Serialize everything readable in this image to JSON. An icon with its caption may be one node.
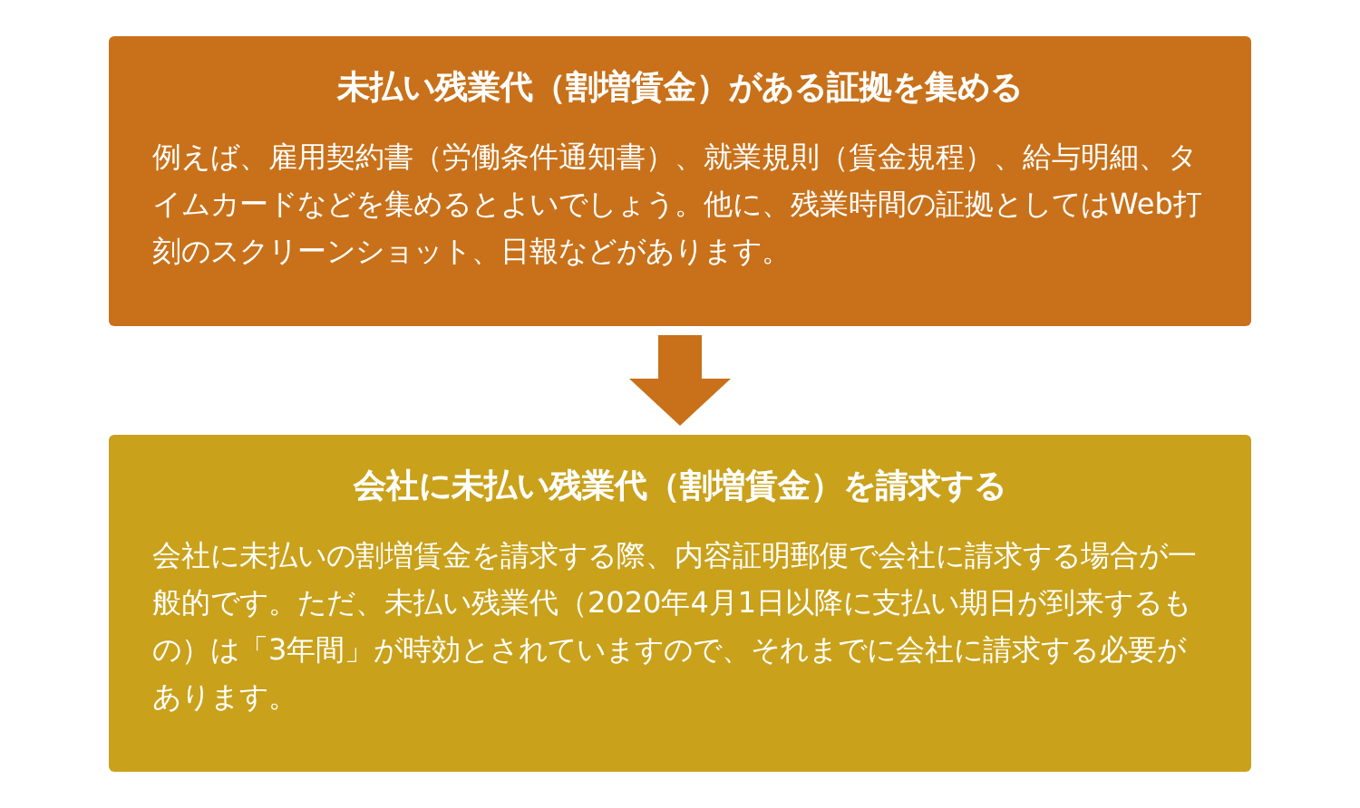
{
  "diagram": {
    "nodes": [
      {
        "text": [
          "未払い残業代（割増賃金）がある証拠を集める",
          "例えば、雇用契約書（労働条件通知書）、就業規則（賃金規程）、給与明細、タイムカードなどを集めるとよいでしょう。他に、残業時間の証拠としてはWeb打刻のスクリーンショット、日報などがあります。"
        ]
      },
      {
        "text": [
          "会社に未払い残業代（割増賃金）を請求する",
          "会社に未払いの割増賃金を請求する際、内容証明郵便で会社に請求する場合が一般的です。ただ、未払い残業代（2020年4月1日以降に支払い期日が到来するもの）は「3年間」が時効とされていますので、それまでに会社に請求する必要があります。"
        ]
      }
    ],
    "edges": [
      {
        "from": 0,
        "to": 1,
        "arrow": "to"
      }
    ]
  }
}
